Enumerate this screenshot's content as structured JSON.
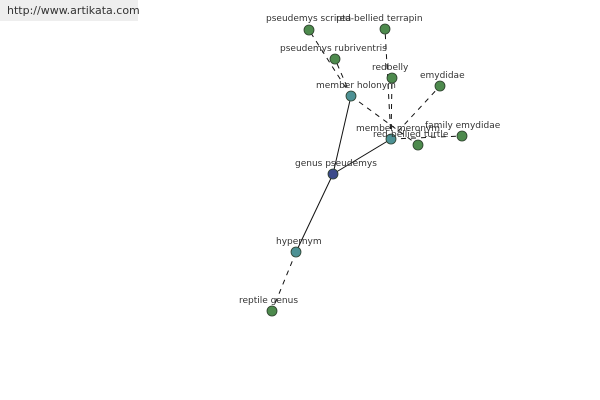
{
  "header": {
    "url": "http://www.artikata.com"
  },
  "colors": {
    "center_node": "#3b4a8a",
    "relation_node": "#4d9194",
    "leaf_node": "#4d8a4d",
    "edge": "#111111"
  },
  "graph": {
    "nodes": [
      {
        "id": "genus-pseudemys",
        "label": "genus pseudemys",
        "kind": "center"
      },
      {
        "id": "member-holonym",
        "label": "member holonym",
        "kind": "relation"
      },
      {
        "id": "member-meronym",
        "label": "member meronym",
        "kind": "relation"
      },
      {
        "id": "hypernym",
        "label": "hypernym",
        "kind": "relation"
      },
      {
        "id": "pseudemys-scripta",
        "label": "pseudemys scripta",
        "kind": "leaf"
      },
      {
        "id": "red-bellied-terrapin",
        "label": "red-bellied terrapin",
        "kind": "leaf"
      },
      {
        "id": "pseudemys-rubriventris",
        "label": "pseudemys rubriventris",
        "kind": "leaf"
      },
      {
        "id": "redbelly",
        "label": "redbelly",
        "kind": "leaf"
      },
      {
        "id": "emydidae",
        "label": "emydidae",
        "kind": "leaf"
      },
      {
        "id": "red-bellied-turtle",
        "label": "red-bellied turtle",
        "kind": "leaf"
      },
      {
        "id": "family-emydidae",
        "label": "family emydidae",
        "kind": "leaf"
      },
      {
        "id": "reptile-genus",
        "label": "reptile genus",
        "kind": "leaf"
      }
    ],
    "edges": [
      {
        "from": "genus-pseudemys",
        "to": "member-holonym",
        "style": "solid"
      },
      {
        "from": "genus-pseudemys",
        "to": "member-meronym",
        "style": "solid"
      },
      {
        "from": "genus-pseudemys",
        "to": "hypernym",
        "style": "solid"
      },
      {
        "from": "member-holonym",
        "to": "pseudemys-scripta",
        "style": "dashed"
      },
      {
        "from": "member-holonym",
        "to": "pseudemys-rubriventris",
        "style": "dashed"
      },
      {
        "from": "member-holonym",
        "to": "red-bellied-turtle",
        "style": "dashed"
      },
      {
        "from": "member-meronym",
        "to": "red-bellied-terrapin",
        "style": "dashed"
      },
      {
        "from": "member-meronym",
        "to": "redbelly",
        "style": "dashed"
      },
      {
        "from": "member-meronym",
        "to": "emydidae",
        "style": "dashed"
      },
      {
        "from": "member-meronym",
        "to": "family-emydidae",
        "style": "dashed"
      },
      {
        "from": "hypernym",
        "to": "reptile-genus",
        "style": "dashed"
      }
    ]
  }
}
